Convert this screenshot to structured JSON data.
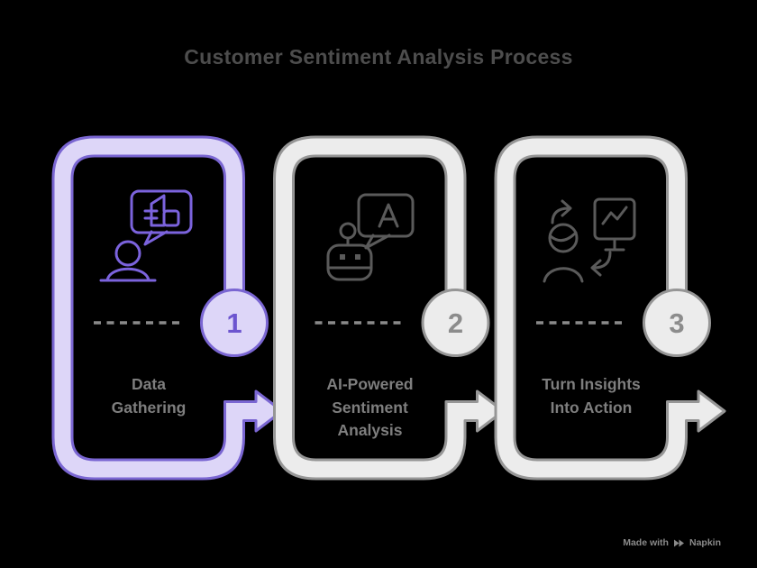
{
  "title": "Customer Sentiment Analysis Process",
  "steps": [
    {
      "number": "1",
      "label": "Data Gathering",
      "icon": "person-feedback-speech-bubble-icon"
    },
    {
      "number": "2",
      "label": "AI-Powered Sentiment Analysis",
      "icon": "robot-chat-letter-icon"
    },
    {
      "number": "3",
      "label": "Turn Insights Into Action",
      "icon": "person-monitor-sync-icon"
    }
  ],
  "watermark": {
    "prefix": "Made with",
    "brand": "Napkin"
  },
  "colors": {
    "background": "#000000",
    "title": "#4d4d4d",
    "label": "#7e7e7e",
    "dash": "#8a8a8a",
    "step1_accent": "#7a66d2",
    "step1_fill": "#ddd6f8",
    "step1_number": "#6c55cf",
    "step1_icon": "#7b63dd",
    "gray_accent": "#969696",
    "gray_fill": "#ececec",
    "gray_number": "#8c8c8c",
    "gray_icon": "#5a5a5a",
    "watermark": "#8a8a8a"
  }
}
